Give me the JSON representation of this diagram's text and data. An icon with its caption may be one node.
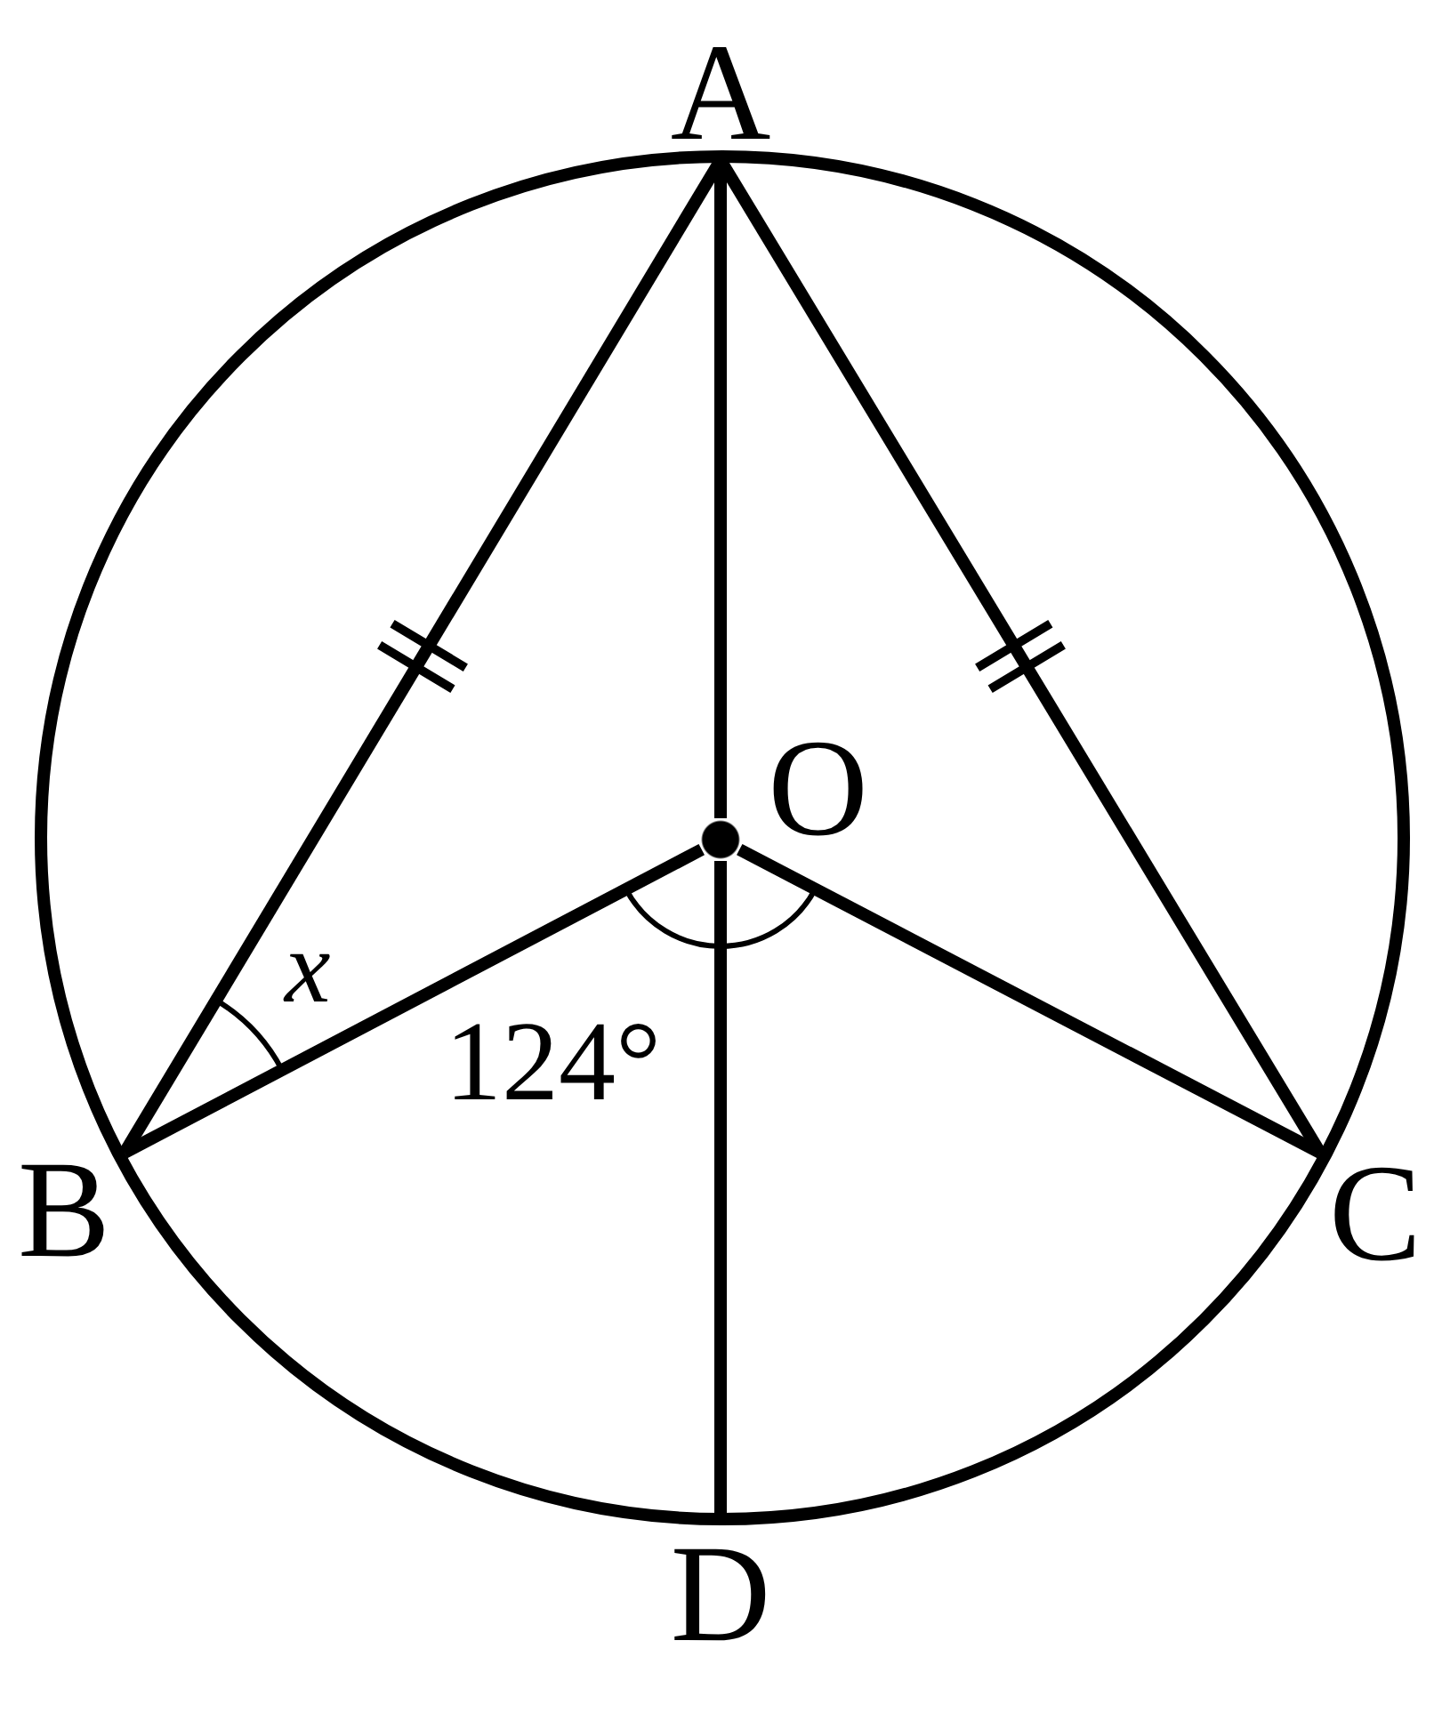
{
  "diagram": {
    "nodes": [
      {
        "text": [
          "A"
        ]
      },
      {
        "text": [
          "O"
        ]
      },
      {
        "text": [
          "B"
        ]
      },
      {
        "text": [
          "C"
        ]
      },
      {
        "text": [
          "D"
        ]
      }
    ],
    "edges": [
      {
        "from": 0,
        "to": 2,
        "arrow": "none"
      },
      {
        "from": 0,
        "to": 1,
        "arrow": "none"
      },
      {
        "from": 0,
        "to": 3,
        "arrow": "none"
      },
      {
        "from": 1,
        "to": 2,
        "arrow": "none"
      },
      {
        "from": 1,
        "to": 3,
        "arrow": "none"
      },
      {
        "from": 1,
        "to": 4,
        "arrow": "none"
      }
    ],
    "labels": [
      "x",
      "124°"
    ]
  }
}
